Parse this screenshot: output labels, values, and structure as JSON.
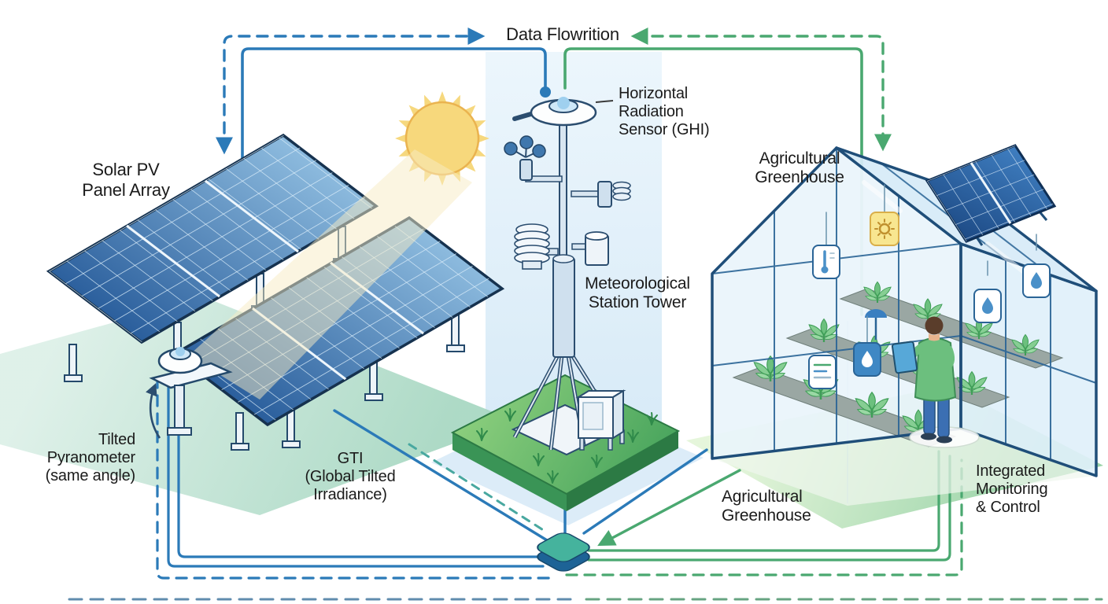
{
  "diagram": {
    "flow_title": "Data Flowrition",
    "labels": {
      "solar_pv": [
        "Solar PV",
        "Panel Array"
      ],
      "ghi_sensor": [
        "Horizontal",
        "Radiation",
        "Sensor (GHI)"
      ],
      "met_tower": [
        "Meteorological",
        "Station Tower"
      ],
      "greenhouse_top": [
        "Agricultural",
        "Greenhouse"
      ],
      "pyranometer": [
        "Tilted",
        "Pyranometer",
        "(same angle)"
      ],
      "gti": [
        "GTI",
        "(Global Tilted",
        "Irradiance)"
      ],
      "greenhouse_bottom": [
        "Agricultural",
        "Greenhouse"
      ],
      "monitoring": [
        "Integrated",
        "Monitoring",
        "& Control"
      ]
    },
    "colors": {
      "data_flow_blue": "#2b7ab8",
      "control_green": "#4aa870",
      "teal_dashed": "#49a8a0",
      "panel_blue": "#2e6ca6",
      "sun_yellow": "#f6d87e",
      "grass_green": "#57b06a"
    }
  }
}
